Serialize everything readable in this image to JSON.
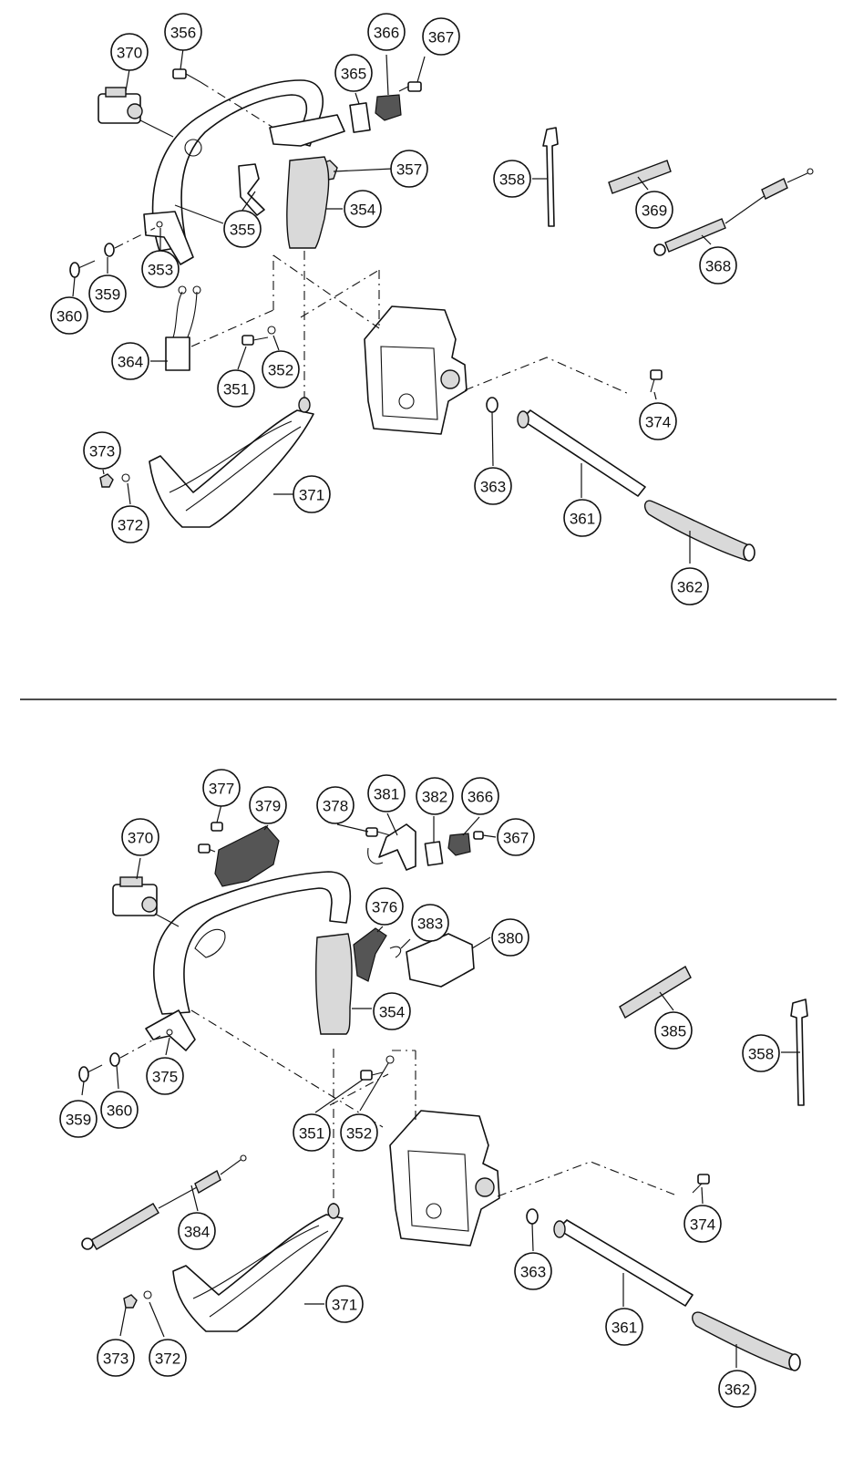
{
  "diagram": {
    "top_section": {
      "callouts": [
        "370",
        "356",
        "366",
        "367",
        "365",
        "357",
        "354",
        "358",
        "369",
        "355",
        "368",
        "353",
        "359",
        "360",
        "364",
        "351",
        "352",
        "374",
        "363",
        "373",
        "371",
        "372",
        "361",
        "362"
      ]
    },
    "bottom_section": {
      "callouts": [
        "377",
        "379",
        "378",
        "381",
        "382",
        "366",
        "367",
        "370",
        "376",
        "383",
        "380",
        "354",
        "385",
        "358",
        "375",
        "359",
        "360",
        "351",
        "352",
        "374",
        "384",
        "363",
        "371",
        "361",
        "373",
        "372",
        "362"
      ]
    }
  }
}
